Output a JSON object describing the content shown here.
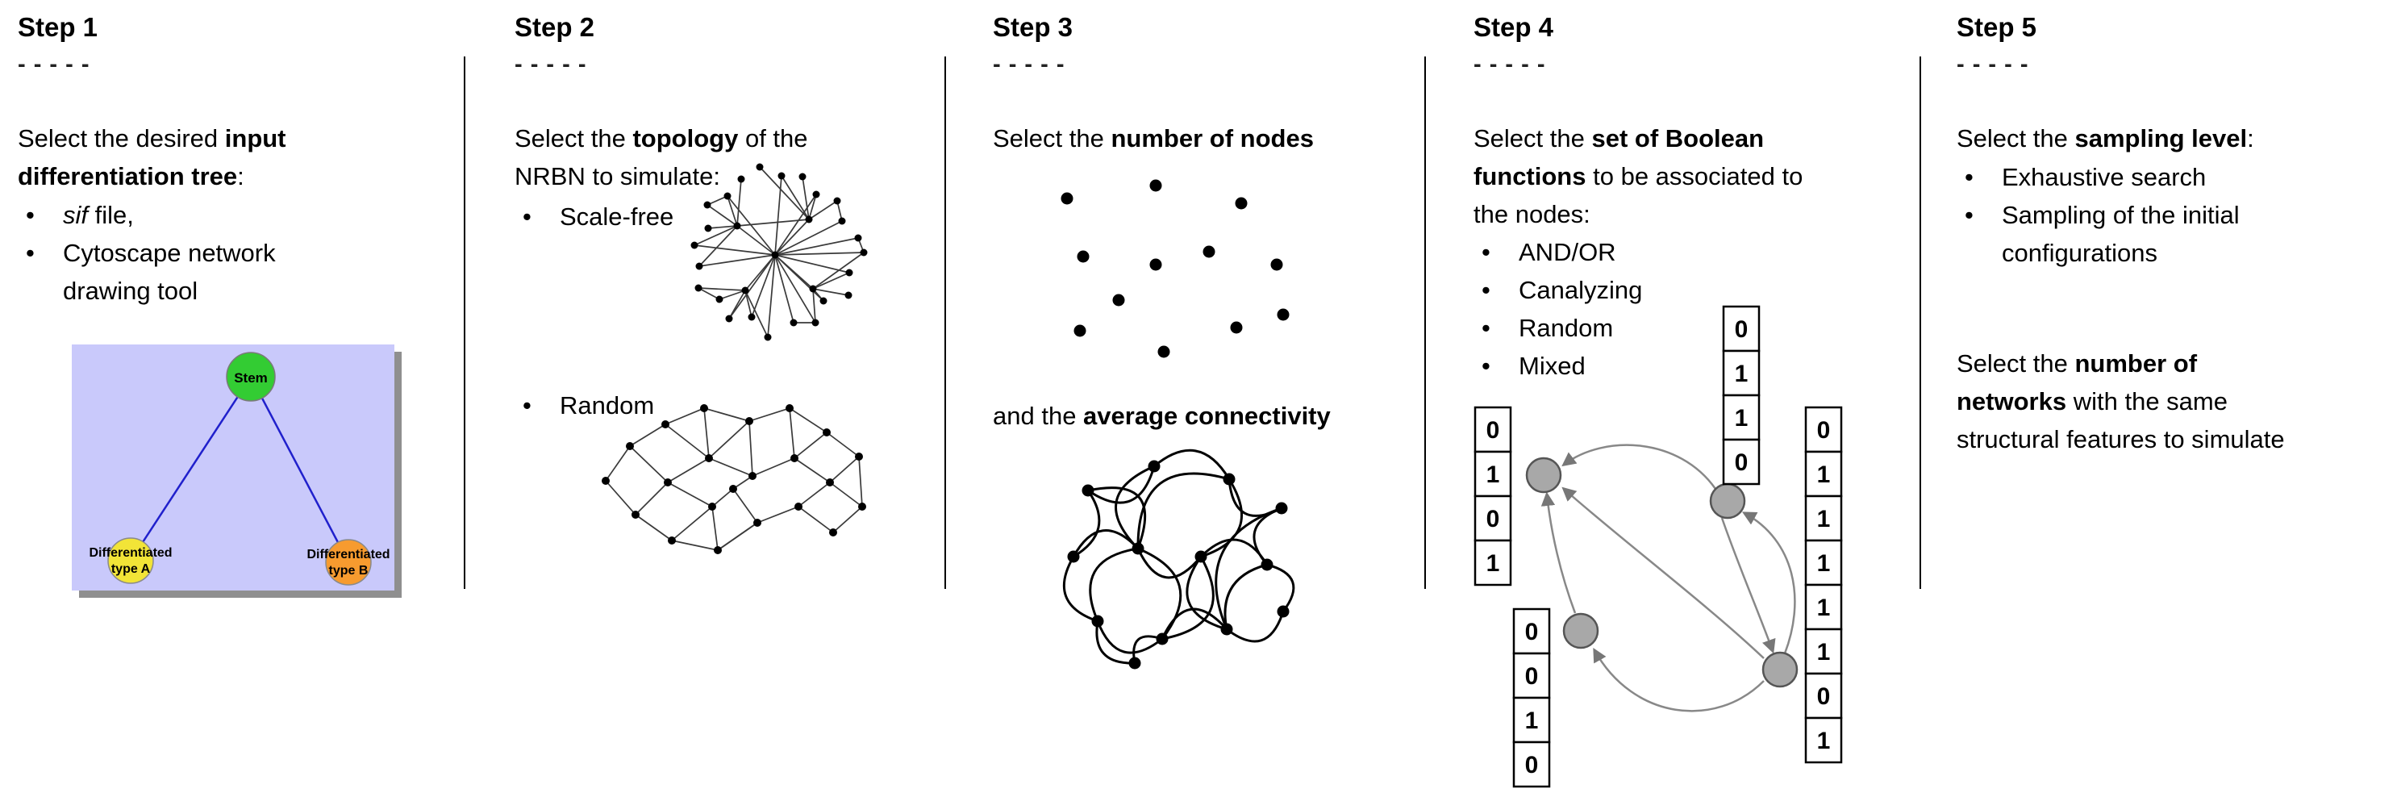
{
  "ui": {
    "bullet": "•"
  },
  "colors": {
    "tree_bg": "#c9c9fb",
    "tree_shadow": "#8f8f8f",
    "stem_green": "#33cc33",
    "type_a_yellow": "#f2e437",
    "type_b_orange": "#f79b2f",
    "tree_edge_blue": "#2020cc",
    "network_node_gray": "#a8a8a8",
    "arrow_gray": "#888888"
  },
  "s1": {
    "title": "Step 1",
    "dashes": "- - - - -",
    "intro_l1_a": "Select the desired ",
    "intro_l1_b": "input",
    "intro_l2_a": "differentiation tree",
    "intro_l2_b": ":",
    "bullet1_a": "sif",
    "bullet1_b": " file,",
    "bullet2_l1": "Cytoscape network",
    "bullet2_l2": "drawing tool",
    "tree": {
      "stem": "Stem",
      "a_l1": "Differentiated",
      "a_l2": "type A",
      "b_l1": "Differentiated",
      "b_l2": "type B"
    }
  },
  "s2": {
    "title": "Step 2",
    "dashes": "- - - - -",
    "intro_l1_a": "Select the ",
    "intro_l1_b": "topology",
    "intro_l1_c": " of the",
    "intro_l2": "NRBN to simulate:",
    "bullet1": "Scale-free",
    "bullet2": "Random"
  },
  "s3": {
    "title": "Step 3",
    "dashes": "- - - - -",
    "line1_a": "Select the ",
    "line1_b": "number of nodes",
    "line2_a": "and the ",
    "line2_b": "average connectivity"
  },
  "s4": {
    "title": "Step 4",
    "dashes": "- - - - -",
    "intro_l1_a": "Select the ",
    "intro_l1_b": "set of Boolean",
    "intro_l2_a": "functions",
    "intro_l2_b": " to be associated to",
    "intro_l3": "the nodes:",
    "bullets": [
      "AND/OR",
      "Canalyzing",
      "Random",
      "Mixed"
    ],
    "tables": {
      "top": [
        "0",
        "1",
        "1",
        "0"
      ],
      "left": [
        "0",
        "1",
        "0",
        "1"
      ],
      "bottom_left": [
        "0",
        "0",
        "1",
        "0"
      ],
      "right": [
        "0",
        "1",
        "1",
        "1",
        "1",
        "1",
        "0",
        "1"
      ]
    }
  },
  "s5": {
    "title": "Step 5",
    "dashes": "- - - - -",
    "intro_a": "Select the ",
    "intro_b": "sampling level",
    "intro_c": ":",
    "bullet1": "Exhaustive search",
    "bullet2_l1": "Sampling of the initial",
    "bullet2_l2": "configurations",
    "para2_l1_a": "Select the ",
    "para2_l1_b": "number of",
    "para2_l2_a": "networks",
    "para2_l2_b": " with the same",
    "para2_l3": "structural features to simulate"
  }
}
